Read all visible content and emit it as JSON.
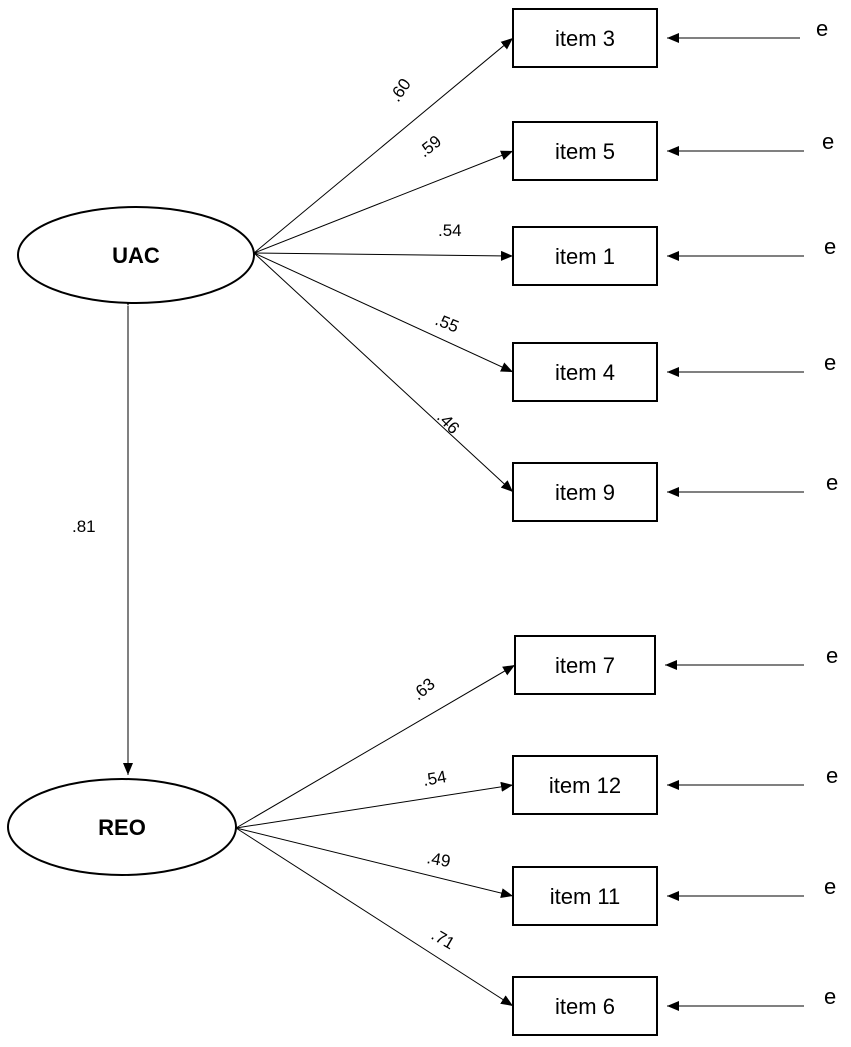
{
  "factors": [
    {
      "id": "UAC",
      "label": "UAC"
    },
    {
      "id": "REO",
      "label": "REO"
    }
  ],
  "correlation": {
    "from": "UAC",
    "to": "REO",
    "label": ".81"
  },
  "indicators": [
    {
      "label": "item 3",
      "factor": "UAC",
      "loading": ".60",
      "error": "e"
    },
    {
      "label": "item 5",
      "factor": "UAC",
      "loading": ".59",
      "error": "e"
    },
    {
      "label": "item 1",
      "factor": "UAC",
      "loading": ".54",
      "error": "e"
    },
    {
      "label": "item 4",
      "factor": "UAC",
      "loading": ".55",
      "error": "e"
    },
    {
      "label": "item 9",
      "factor": "UAC",
      "loading": ".46",
      "error": "e"
    },
    {
      "label": "item 7",
      "factor": "REO",
      "loading": ".63",
      "error": "e"
    },
    {
      "label": "item 12",
      "factor": "REO",
      "loading": ".54",
      "error": "e"
    },
    {
      "label": "item 11",
      "factor": "REO",
      "loading": ".49",
      "error": "e"
    },
    {
      "label": "item 6",
      "factor": "REO",
      "loading": ".71",
      "error": "e"
    }
  ]
}
